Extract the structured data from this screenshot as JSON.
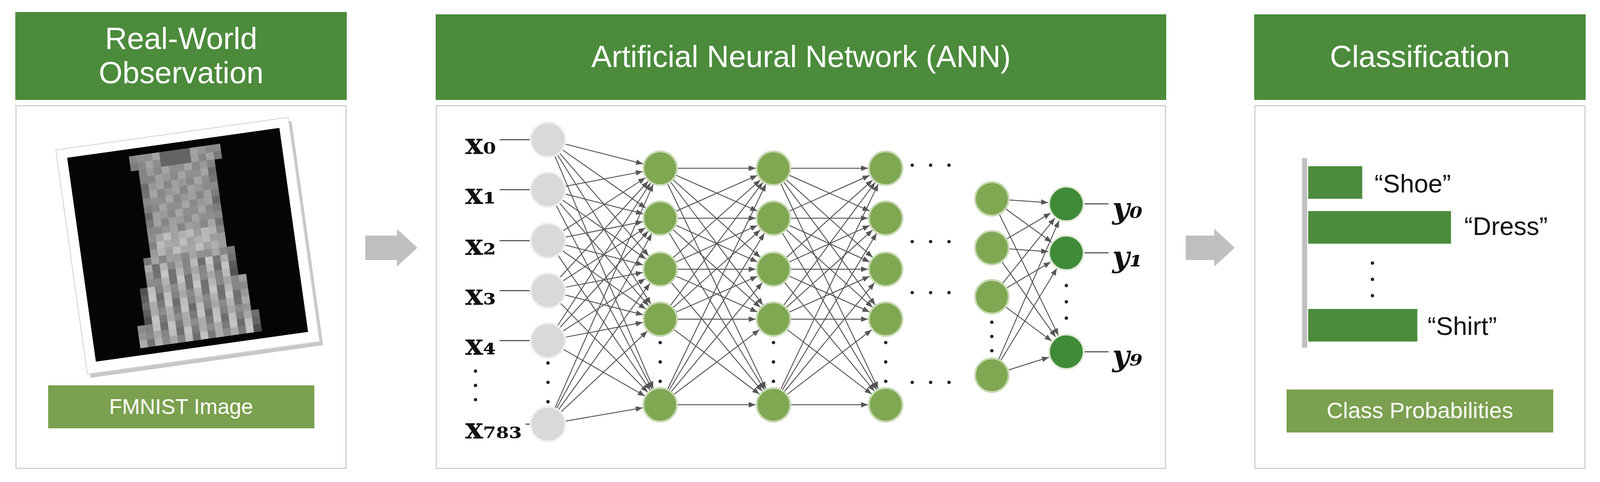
{
  "diagram": {
    "nodes": [
      {
        "text": [
          "Real-World Observation"
        ]
      },
      {
        "text": [
          "FMNIST Image"
        ],
        "in": 0
      },
      {
        "text": [
          "Artificial Neural Network (ANN)"
        ]
      },
      {
        "text": [
          "Classification"
        ]
      },
      {
        "text": [
          "Class Probabilities"
        ],
        "in": 3
      }
    ],
    "edges": [
      {
        "from": 0,
        "to": 2,
        "arrow": "to"
      },
      {
        "from": 2,
        "to": 3,
        "arrow": "to"
      }
    ],
    "labels": [
      "x₀",
      "x₁",
      "x₂",
      "x₃",
      "x₄",
      "x₇₈₃",
      "y₀",
      "y₁",
      "y₉",
      "“Shoe”",
      "“Dress”",
      "“Shirt”"
    ]
  }
}
